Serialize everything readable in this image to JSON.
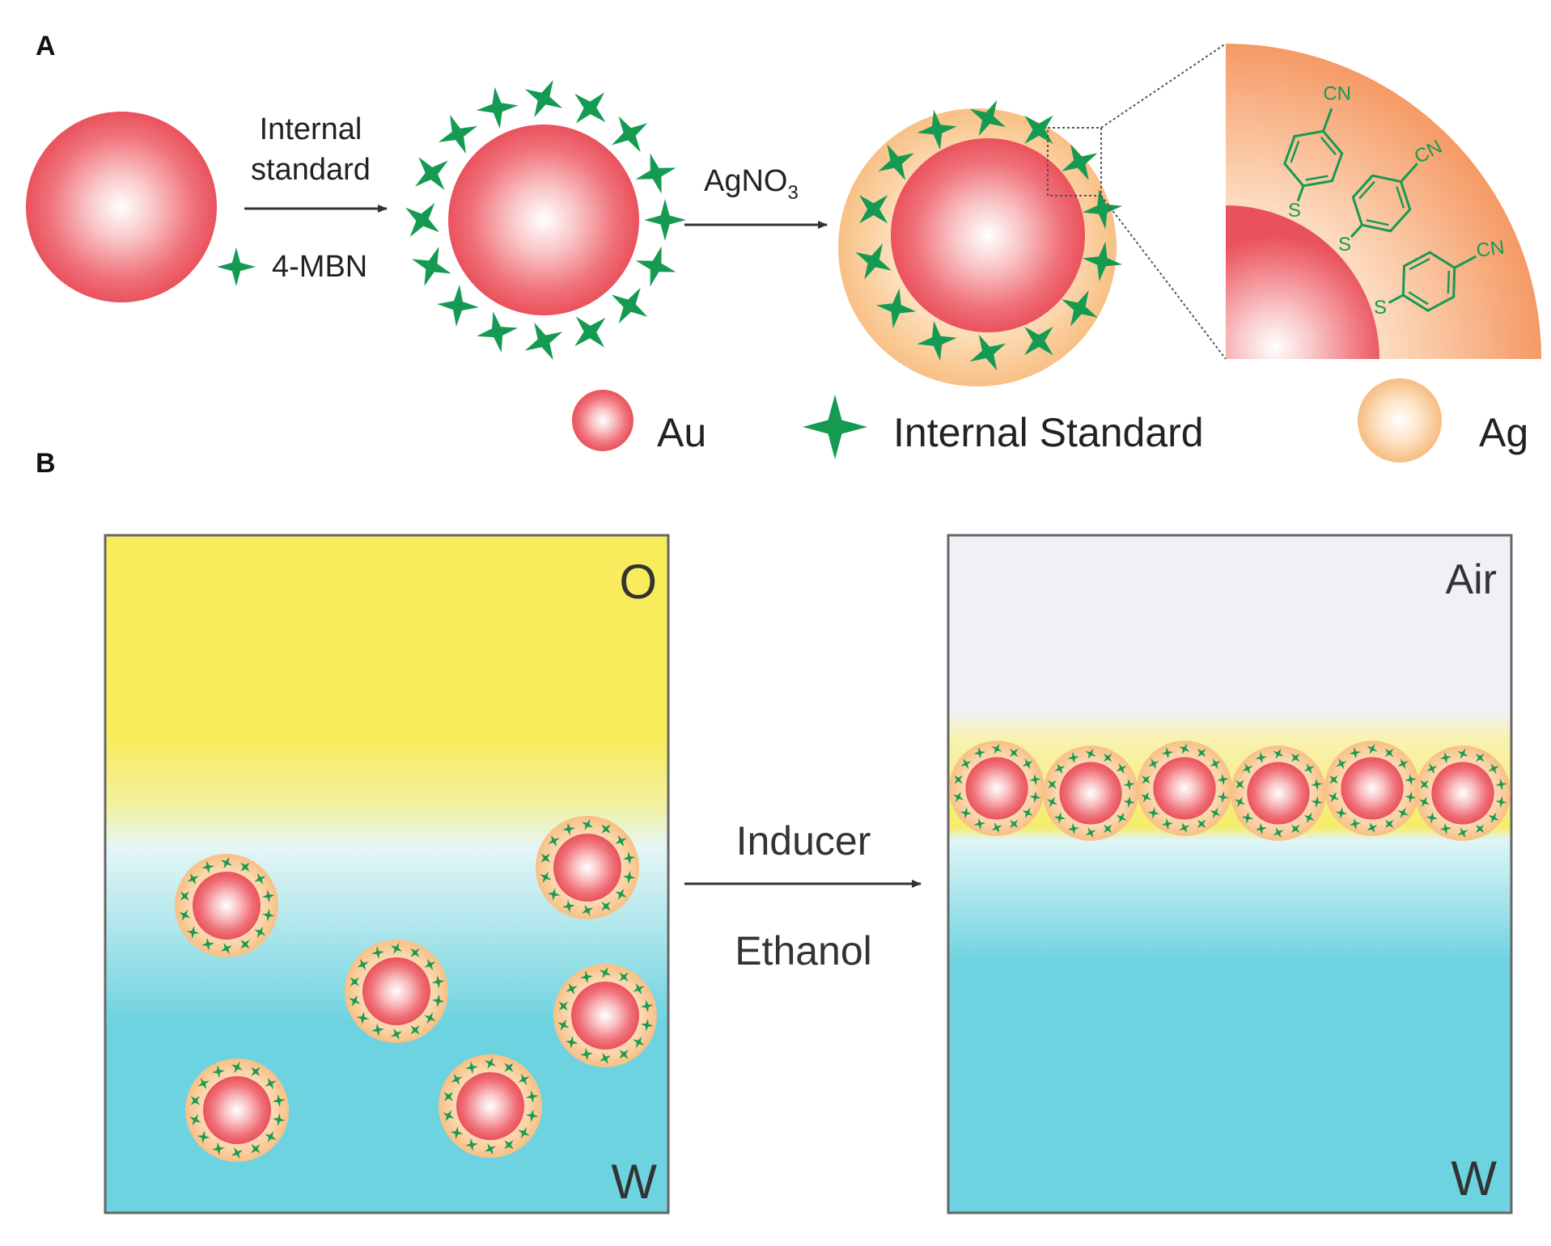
{
  "panel_a": {
    "label": "A",
    "step1": {
      "line1": "Internal",
      "line2": "standard",
      "reagent": "4-MBN"
    },
    "step2": {
      "reagent_main": "AgNO",
      "reagent_sub": "3"
    },
    "inset": {
      "group": "CN",
      "atom": "S"
    },
    "legend": {
      "au": "Au",
      "internal_standard": "Internal Standard",
      "ag": "Ag"
    }
  },
  "panel_b": {
    "label": "B",
    "left_box": {
      "top_phase": "O",
      "bottom_phase": "W"
    },
    "right_box": {
      "top_phase": "Air",
      "bottom_phase": "W"
    },
    "arrow": {
      "top_label": "Inducer",
      "bottom_label": "Ethanol"
    }
  },
  "colors": {
    "gold_core": "#ee5a64",
    "silver_shell": "#f9c894",
    "internal_standard": "#159a52",
    "oil_phase": "#f8ec5c",
    "water_phase": "#6dd3e0",
    "air_phase": "#f1f0f6"
  }
}
